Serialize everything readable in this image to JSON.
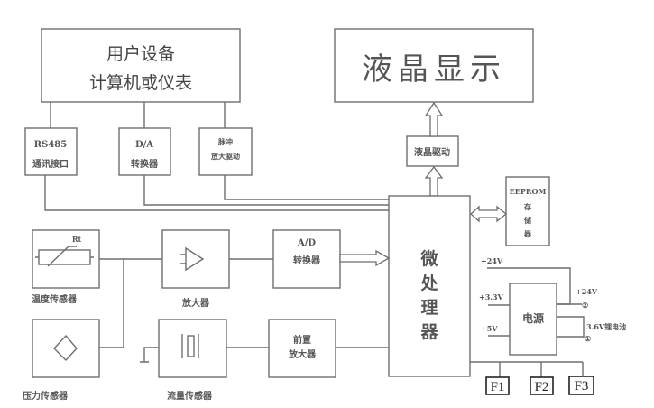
{
  "diagram": {
    "user_device": {
      "line1": "用户设备",
      "line2": "计算机或仪表"
    },
    "lcd_display": "液晶显示",
    "lcd_driver": "液晶驱动",
    "rs485": {
      "line1": "RS485",
      "line2": "通讯接口"
    },
    "da_converter": {
      "line1": "D/A",
      "line2": "转换器"
    },
    "pulse_amp": {
      "line1": "脉冲",
      "line2": "放大驱动"
    },
    "eeprom": {
      "line1": "EEPROM",
      "line2": "存",
      "line3": "储",
      "line4": "器"
    },
    "temp_sensor": {
      "label": "温度传感器",
      "symbol_label": "Rt"
    },
    "pressure_sensor": {
      "label": "压力传感器"
    },
    "amplifier": {
      "label": "放大器"
    },
    "ad_converter": {
      "line1": "A/D",
      "line2": "转换器"
    },
    "flow_sensor": {
      "label": "流量传感器"
    },
    "preamp": {
      "line1": "前置",
      "line2": "放大器"
    },
    "microprocessor": {
      "c1": "微",
      "c2": "处",
      "c3": "理",
      "c4": "器"
    },
    "power": {
      "label": "电源",
      "v24_in": "+24V",
      "v33": "+3.3V",
      "v5": "+5V",
      "v24_out": "+24V",
      "battery": "3.6V锂电池",
      "terminal1": "①",
      "terminal2": "②"
    },
    "outputs": [
      "F1",
      "F2",
      "F3"
    ]
  }
}
